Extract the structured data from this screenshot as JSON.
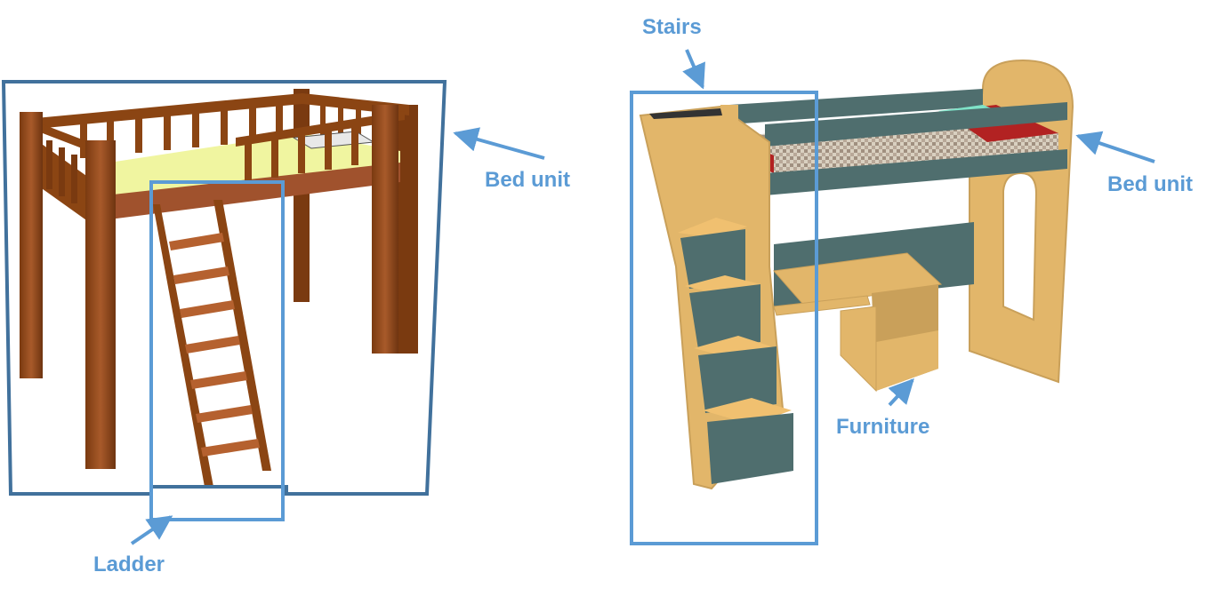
{
  "labels": {
    "bed_unit_left": "Bed unit",
    "ladder": "Ladder",
    "stairs": "Stairs",
    "bed_unit_right": "Bed unit",
    "furniture": "Furniture"
  },
  "colors": {
    "callout_text": "#5b9bd5",
    "box_dark": "#41719c",
    "box_light": "#5b9bd5",
    "wood_dark": "#8b4513",
    "wood_mid": "#a0522d",
    "mattress_left": "#f0f5a0",
    "tan": "#e2b66a",
    "tan_dark": "#c9a05a",
    "slate": "#4f6e6e",
    "mattress_red": "#b22222",
    "pillow": "#7fe3c8"
  }
}
